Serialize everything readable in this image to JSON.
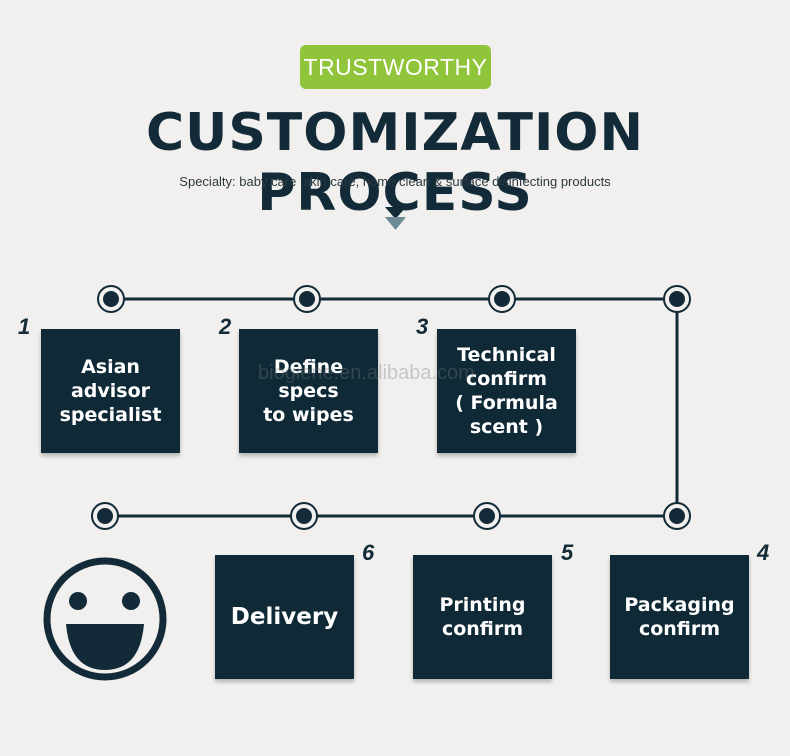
{
  "header": {
    "badge": "TRUSTWORTHY",
    "title": "CUSTOMIZATION PROCESS",
    "subtitle": "Specialty: baby care ,skin care, home clean &  surface disinfecting products"
  },
  "steps": [
    {
      "number": "1",
      "label": "Asian\nadvisor\nspecialist"
    },
    {
      "number": "2",
      "label": "Define\nspecs\nto wipes"
    },
    {
      "number": "3",
      "label": "Technical\nconfirm\n( Formula\nscent )"
    },
    {
      "number": "4",
      "label": "Packaging\nconfirm"
    },
    {
      "number": "5",
      "label": "Printing\nconfirm"
    },
    {
      "number": "6",
      "label": "Delivery"
    }
  ],
  "watermark": "biogiene.en.alibaba.com",
  "icons": {
    "down_arrow": "double-chevron-down-icon",
    "smiley": "smiley-face-icon",
    "node": "target-node-icon"
  },
  "colors": {
    "badge": "#8fc43b",
    "box": "#0f2a36",
    "line": "#132b38",
    "background": "#f1f0ee"
  }
}
